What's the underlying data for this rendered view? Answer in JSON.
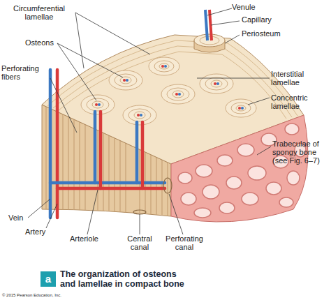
{
  "diagram": {
    "caption": "The organization of osteons and lamellae in compact bone",
    "nodes": [
      {
        "text": [
          "a"
        ]
      }
    ],
    "labels": [
      "Circumferential lamellae",
      "Venule",
      "Capillary",
      "Periosteum",
      "Osteons",
      "Perforating fibers",
      "Interstitial lamellae",
      "Concentric lamellae",
      "Trabeculae of spongy bone (see Fig. 6–7)",
      "Vein",
      "Artery",
      "Arteriole",
      "Central canal",
      "Perforating canal",
      "© 2015 Pearson Education, Inc."
    ]
  }
}
